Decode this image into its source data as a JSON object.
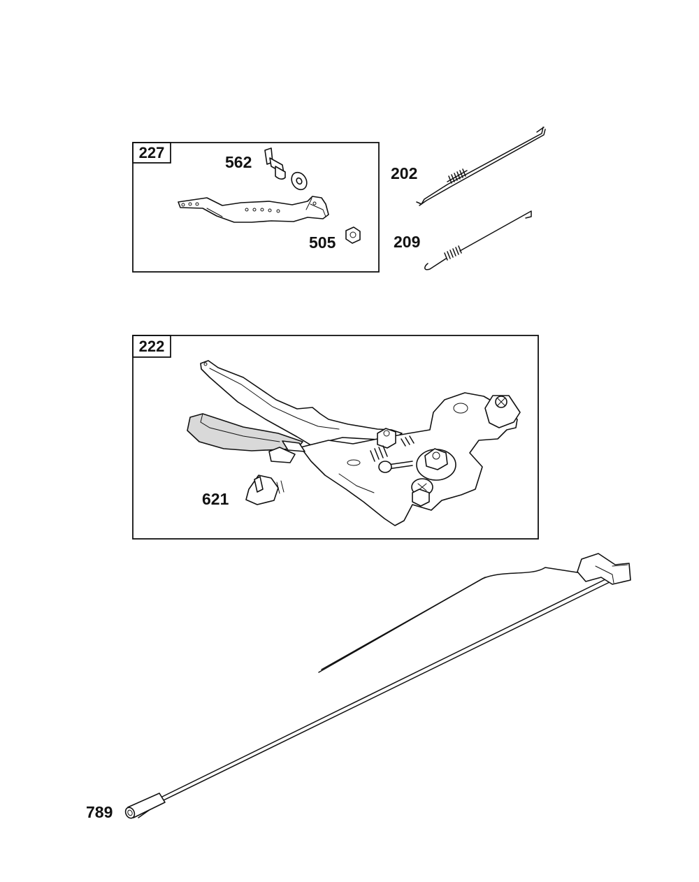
{
  "groups": [
    {
      "id": "227",
      "label": "227"
    },
    {
      "id": "222",
      "label": "222"
    }
  ],
  "callouts": {
    "p562": "562",
    "p505": "505",
    "p202": "202",
    "p209": "209",
    "p621": "621",
    "p789": "789"
  }
}
